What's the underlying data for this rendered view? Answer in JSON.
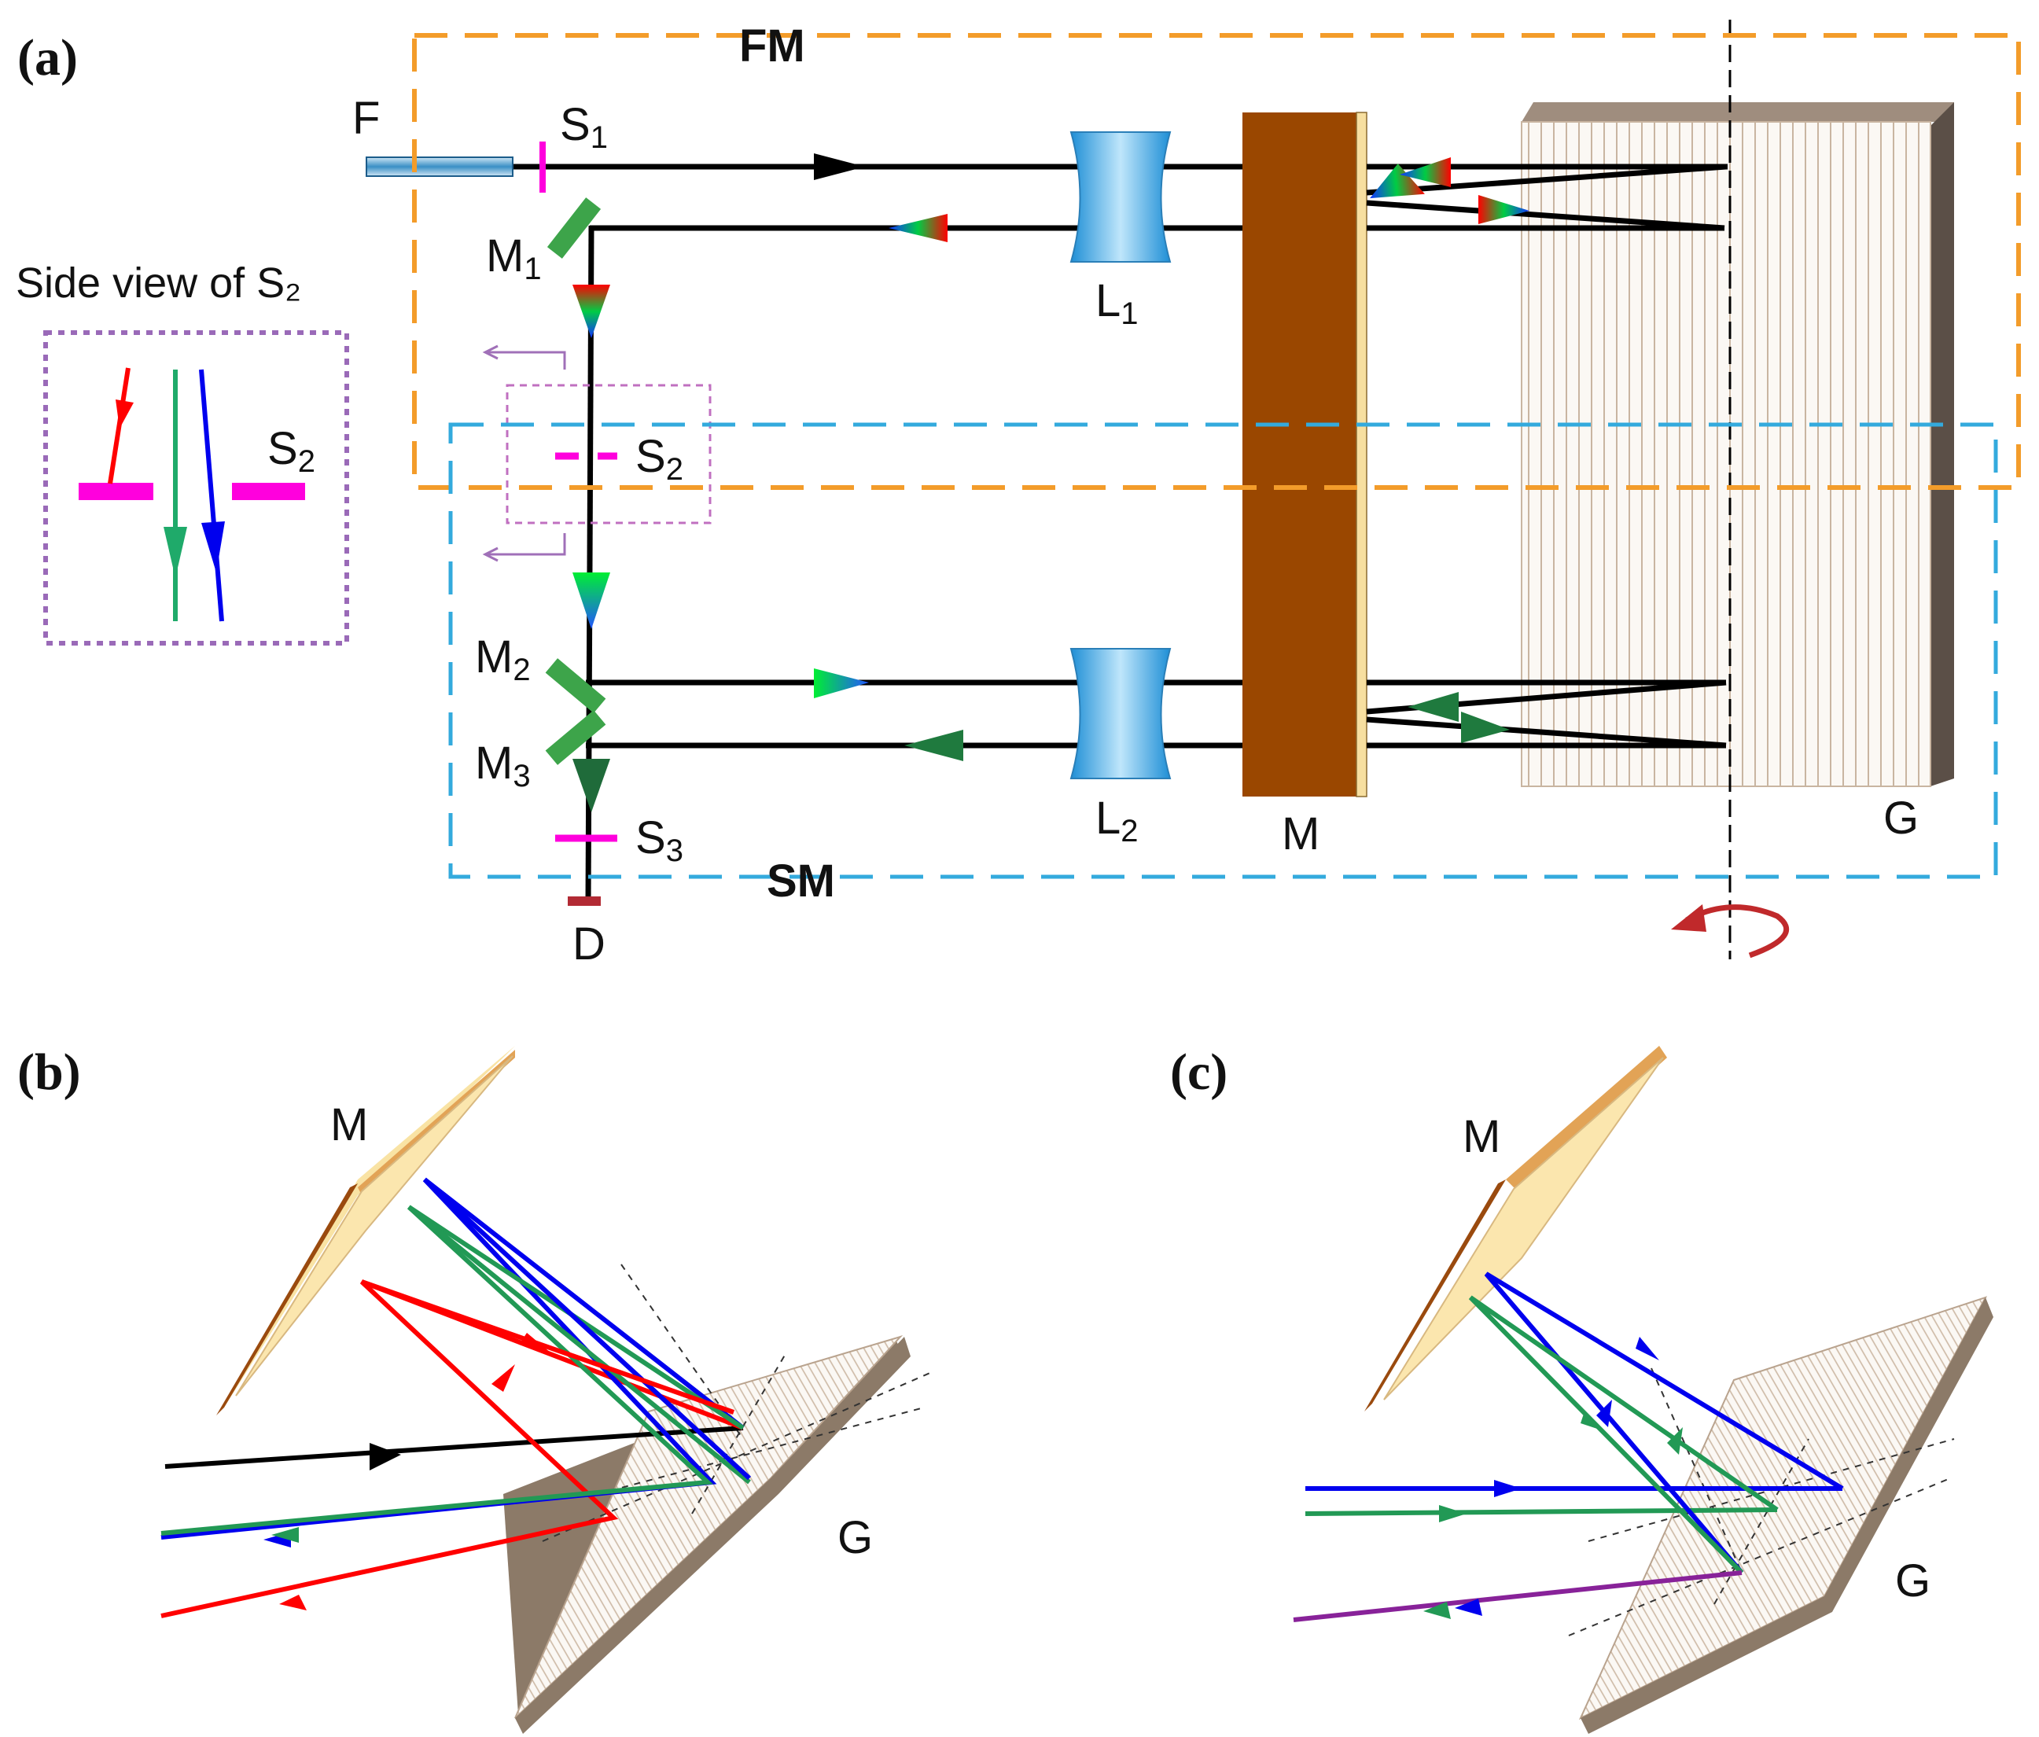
{
  "panels": {
    "a": "(a)",
    "b": "(b)",
    "c": "(c)"
  },
  "boxes": {
    "fm_label": "FM",
    "sm_label": "SM"
  },
  "side_view": {
    "title": "Side view of S₂",
    "slit_label": "S",
    "slit_sub": "2"
  },
  "labels": {
    "F": "F",
    "S1": {
      "main": "S",
      "sub": "1"
    },
    "S2": {
      "main": "S",
      "sub": "2"
    },
    "S3": {
      "main": "S",
      "sub": "3"
    },
    "M1": {
      "main": "M",
      "sub": "1"
    },
    "M2": {
      "main": "M",
      "sub": "2"
    },
    "M3": {
      "main": "M",
      "sub": "3"
    },
    "L1": {
      "main": "L",
      "sub": "1"
    },
    "L2": {
      "main": "L",
      "sub": "2"
    },
    "M": "M",
    "G": "G",
    "D": "D"
  },
  "panel_b": {
    "mirror": "M",
    "grating": "G"
  },
  "panel_c": {
    "mirror": "M",
    "grating": "G"
  },
  "colors": {
    "fm_box": "#f39c2a",
    "sm_box": "#33aadd",
    "slit": "#ff00dd",
    "mirror_small": "#3da44a",
    "mirror_big": "#9a4700",
    "grating_face": "#f7f2ec",
    "grating_edge": "#8c7a68",
    "ray_red": "#ff0000",
    "ray_green": "#229955",
    "ray_blue": "#0000ee",
    "ray_purple": "#882299",
    "rotation_arrow": "#c0292b"
  }
}
